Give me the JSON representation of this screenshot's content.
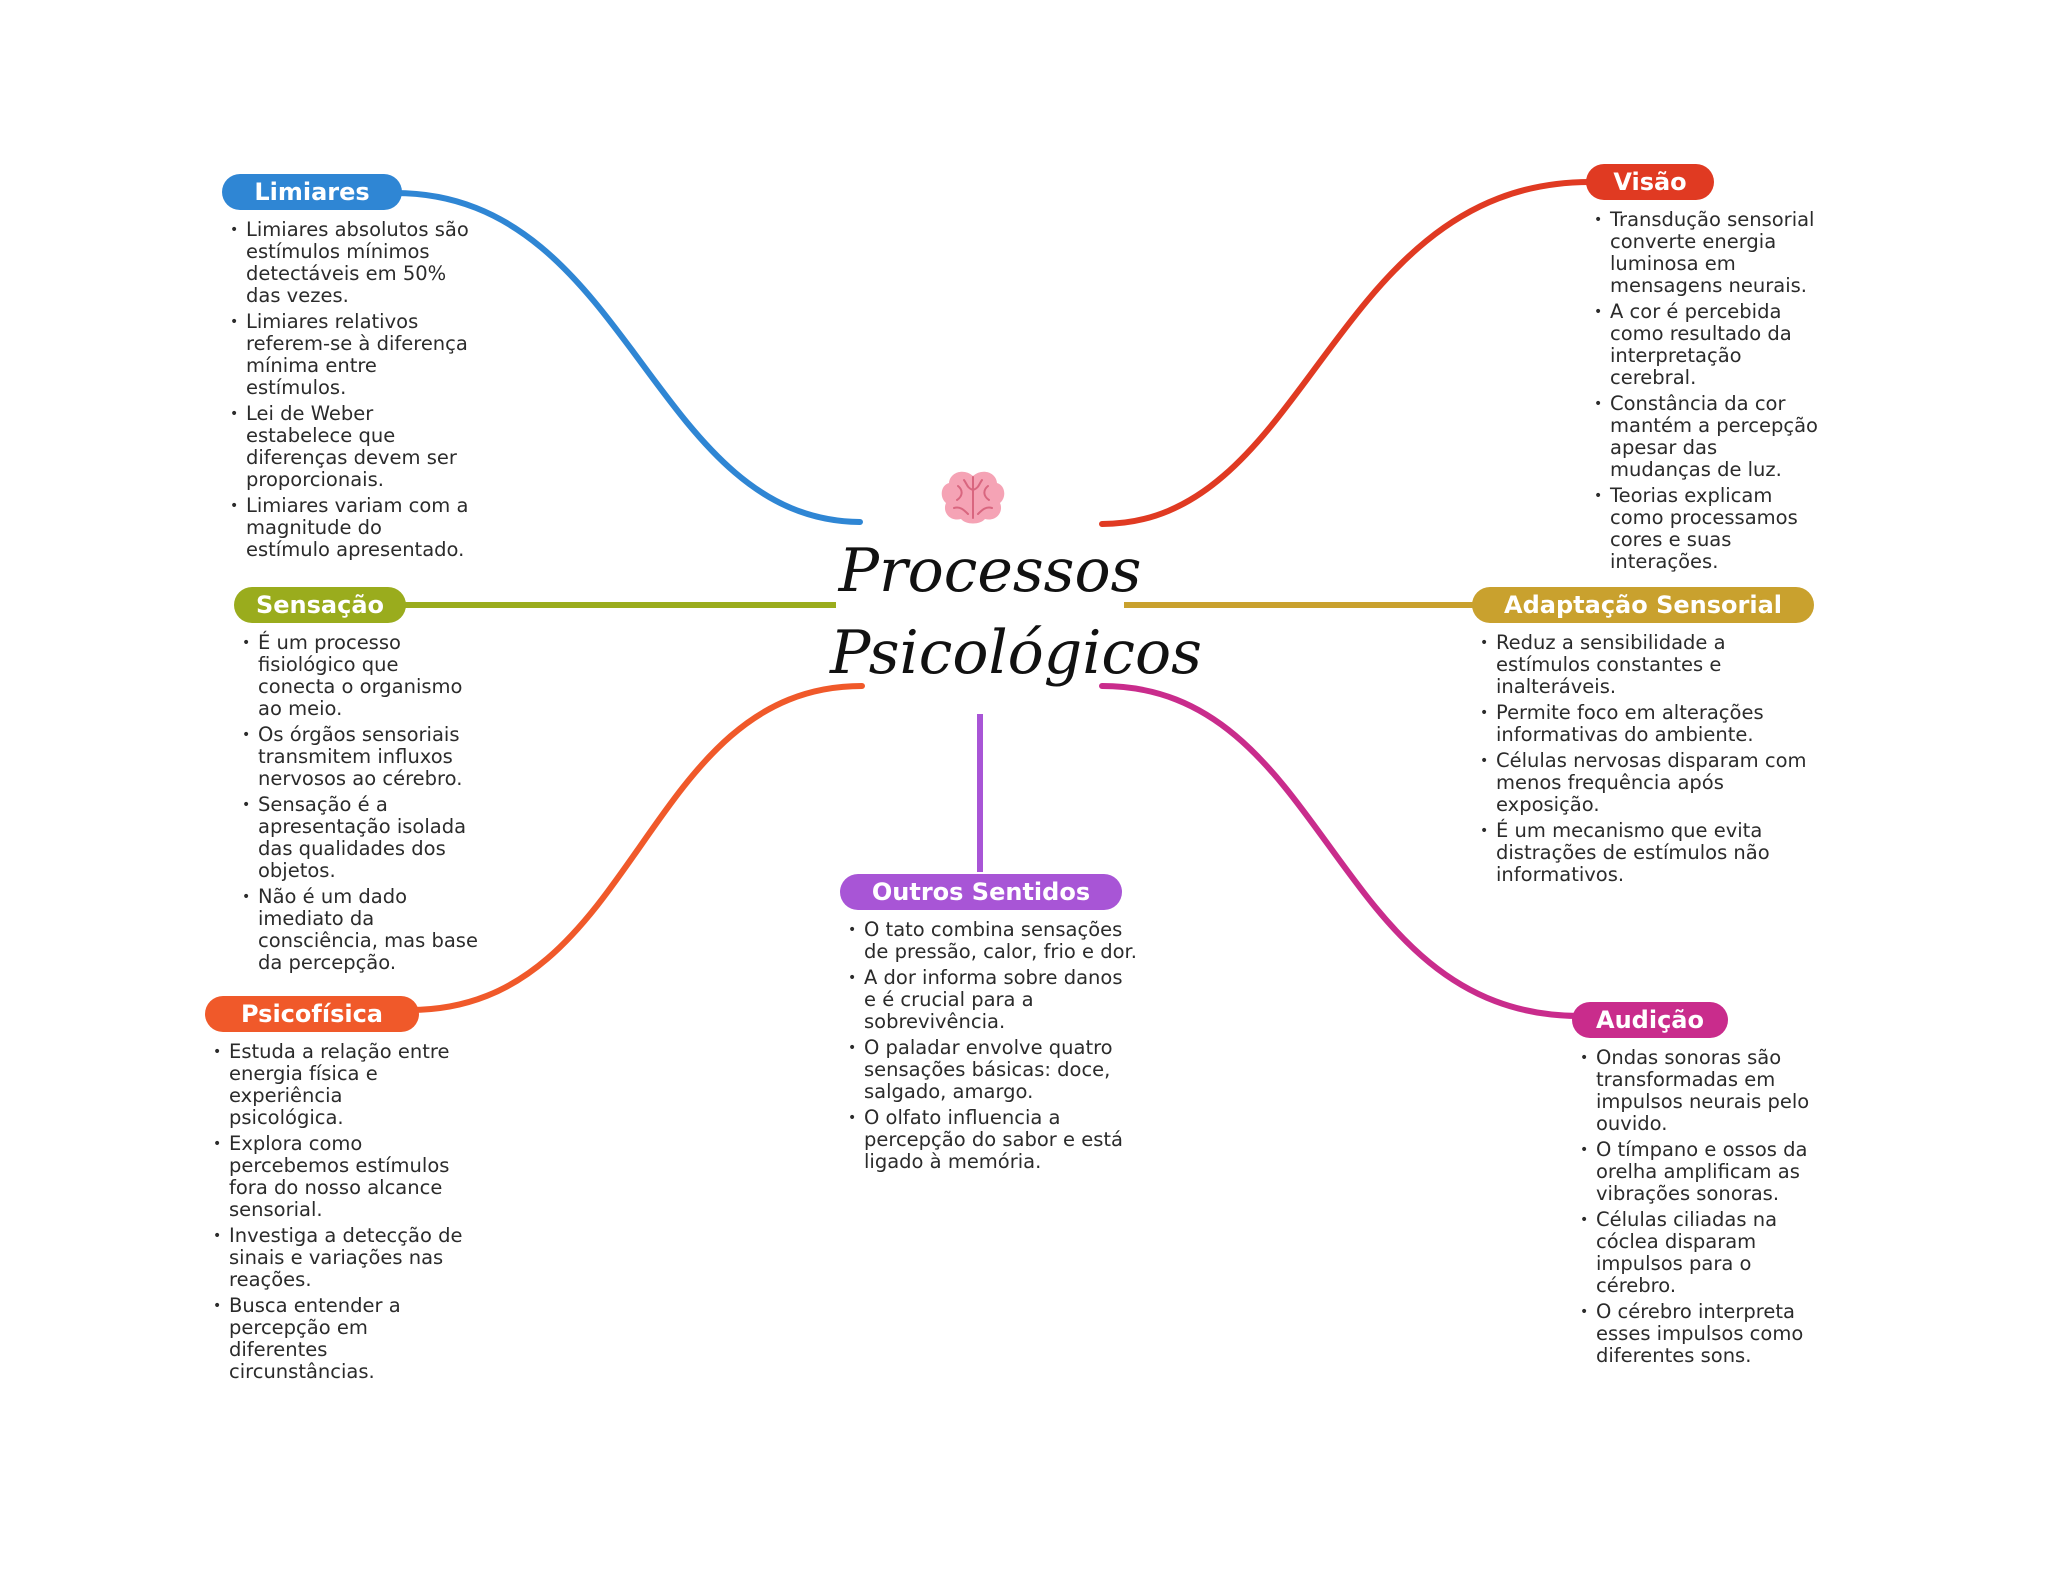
{
  "center": {
    "title_line1": "Processos",
    "title_line2": "Psicológicos",
    "icon": "brain-icon",
    "icon_color": "#f5a3b5"
  },
  "branches": {
    "limiares": {
      "label": "Limiares",
      "color": "#2f86d4",
      "items": [
        "Limiares absolutos são estímulos mínimos detectáveis em 50% das vezes.",
        "Limiares relativos referem-se à diferença mínima entre estímulos.",
        "Lei de Weber estabelece que diferenças devem ser proporcionais.",
        "Limiares variam com a magnitude do estímulo apresentado."
      ]
    },
    "sensacao": {
      "label": "Sensação",
      "color": "#9aac1d",
      "items": [
        "É um processo fisiológico que conecta o organismo ao meio.",
        "Os órgãos sensoriais transmitem influxos nervosos ao cérebro.",
        "Sensação é a apresentação isolada das qualidades dos objetos.",
        "Não é um dado imediato da consciência, mas base da percepção."
      ]
    },
    "psicofisica": {
      "label": "Psicofísica",
      "color": "#f0592a",
      "items": [
        "Estuda a relação entre energia física e experiência psicológica.",
        "Explora como percebemos estímulos fora do nosso alcance sensorial.",
        "Investiga a detecção de sinais e variações nas reações.",
        "Busca entender a percepção em diferentes circunstâncias."
      ]
    },
    "outros_sentidos": {
      "label": "Outros Sentidos",
      "color": "#a855d6",
      "items": [
        "O tato combina sensações de pressão, calor, frio e dor.",
        "A dor informa sobre danos e é crucial para a sobrevivência.",
        "O paladar envolve quatro sensações básicas: doce, salgado, amargo.",
        "O olfato influencia a percepção do sabor e está ligado à memória."
      ]
    },
    "visao": {
      "label": "Visão",
      "color": "#e03a22",
      "items": [
        "Transdução sensorial converte energia luminosa em mensagens neurais.",
        "A cor é percebida como resultado da interpretação cerebral.",
        "Constância da cor mantém a percepção apesar das mudanças de luz.",
        "Teorias explicam como processamos cores e suas interações."
      ]
    },
    "adaptacao": {
      "label": "Adaptação Sensorial",
      "color": "#c9a12e",
      "items": [
        "Reduz a sensibilidade a estímulos constantes e inalteráveis.",
        "Permite foco em alterações informativas do ambiente.",
        "Células nervosas disparam com menos frequência após exposição.",
        "É um mecanismo que evita distrações de estímulos não informativos."
      ]
    },
    "audicao": {
      "label": "Audição",
      "color": "#c92c8c",
      "items": [
        "Ondas sonoras são transformadas em impulsos neurais pelo ouvido.",
        "O tímpano e ossos da orelha amplificam as vibrações sonoras.",
        "Células ciliadas na cóclea disparam impulsos para o cérebro.",
        "O cérebro interpreta esses impulsos como diferentes sons."
      ]
    }
  }
}
